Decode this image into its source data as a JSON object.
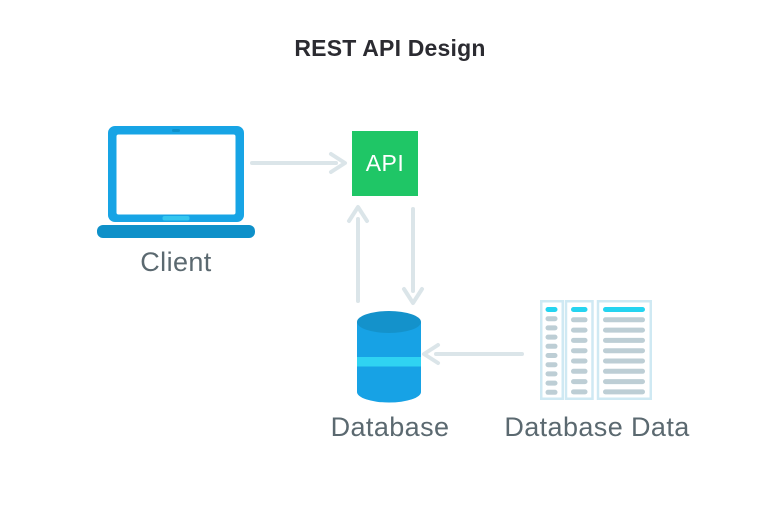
{
  "title": "REST API Design",
  "nodes": {
    "client": {
      "label": "Client",
      "icon": "laptop-icon"
    },
    "api": {
      "label": "API",
      "icon": "green-square"
    },
    "database": {
      "label": "Database",
      "icon": "database-cylinder-icon"
    },
    "database_data": {
      "label": "Database Data",
      "icon": "data-table-icon"
    }
  },
  "arrows": [
    {
      "name": "client-to-api",
      "from": "client",
      "to": "api",
      "direction": "right"
    },
    {
      "name": "api-to-database",
      "from": "api",
      "to": "database",
      "direction": "down"
    },
    {
      "name": "database-to-api",
      "from": "database",
      "to": "api",
      "direction": "up"
    },
    {
      "name": "database-data-to-database",
      "from": "database_data",
      "to": "database",
      "direction": "left"
    }
  ],
  "table_icon": {
    "columns": [
      {
        "rows": 10
      },
      {
        "rows": 9
      },
      {
        "rows": 9
      }
    ]
  },
  "colors": {
    "background": "#ffffff",
    "title_text": "#2b2b31",
    "label_text": "#5b6970",
    "arrow": "#dbe5e9",
    "laptop_blue": "#17a4e5",
    "laptop_base_blue": "#0e90c9",
    "laptop_accent_cyan": "#35c6ef",
    "api_green": "#1fc666",
    "api_text": "#ffffff",
    "cylinder_blue": "#17a2e5",
    "cylinder_top_blue": "#1492cb",
    "cylinder_stripe_cyan": "#2fd3f2",
    "table_border": "#cfe9f3",
    "table_header_cyan": "#25d4f0",
    "table_row_gray": "#bdced5"
  }
}
